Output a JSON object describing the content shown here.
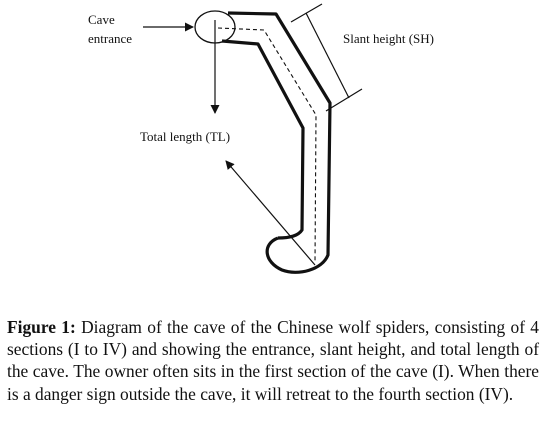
{
  "diagram": {
    "labels": {
      "cave_entrance_line1": "Cave",
      "cave_entrance_line2": "entrance",
      "slant_height": "Slant height (SH)",
      "total_length": "Total length (TL)"
    },
    "colors": {
      "ink": "#111111",
      "background": "#ffffff"
    }
  },
  "caption": {
    "label": "Figure 1:",
    "text": "Diagram of the cave of the Chinese wolf spiders, consisting of 4 sections (I to IV) and showing the entrance, slant height, and total length of the cave. The owner often sits in the first section of the cave (I). When there is a danger sign outside the cave, it will retreat to the fourth section (IV)."
  }
}
